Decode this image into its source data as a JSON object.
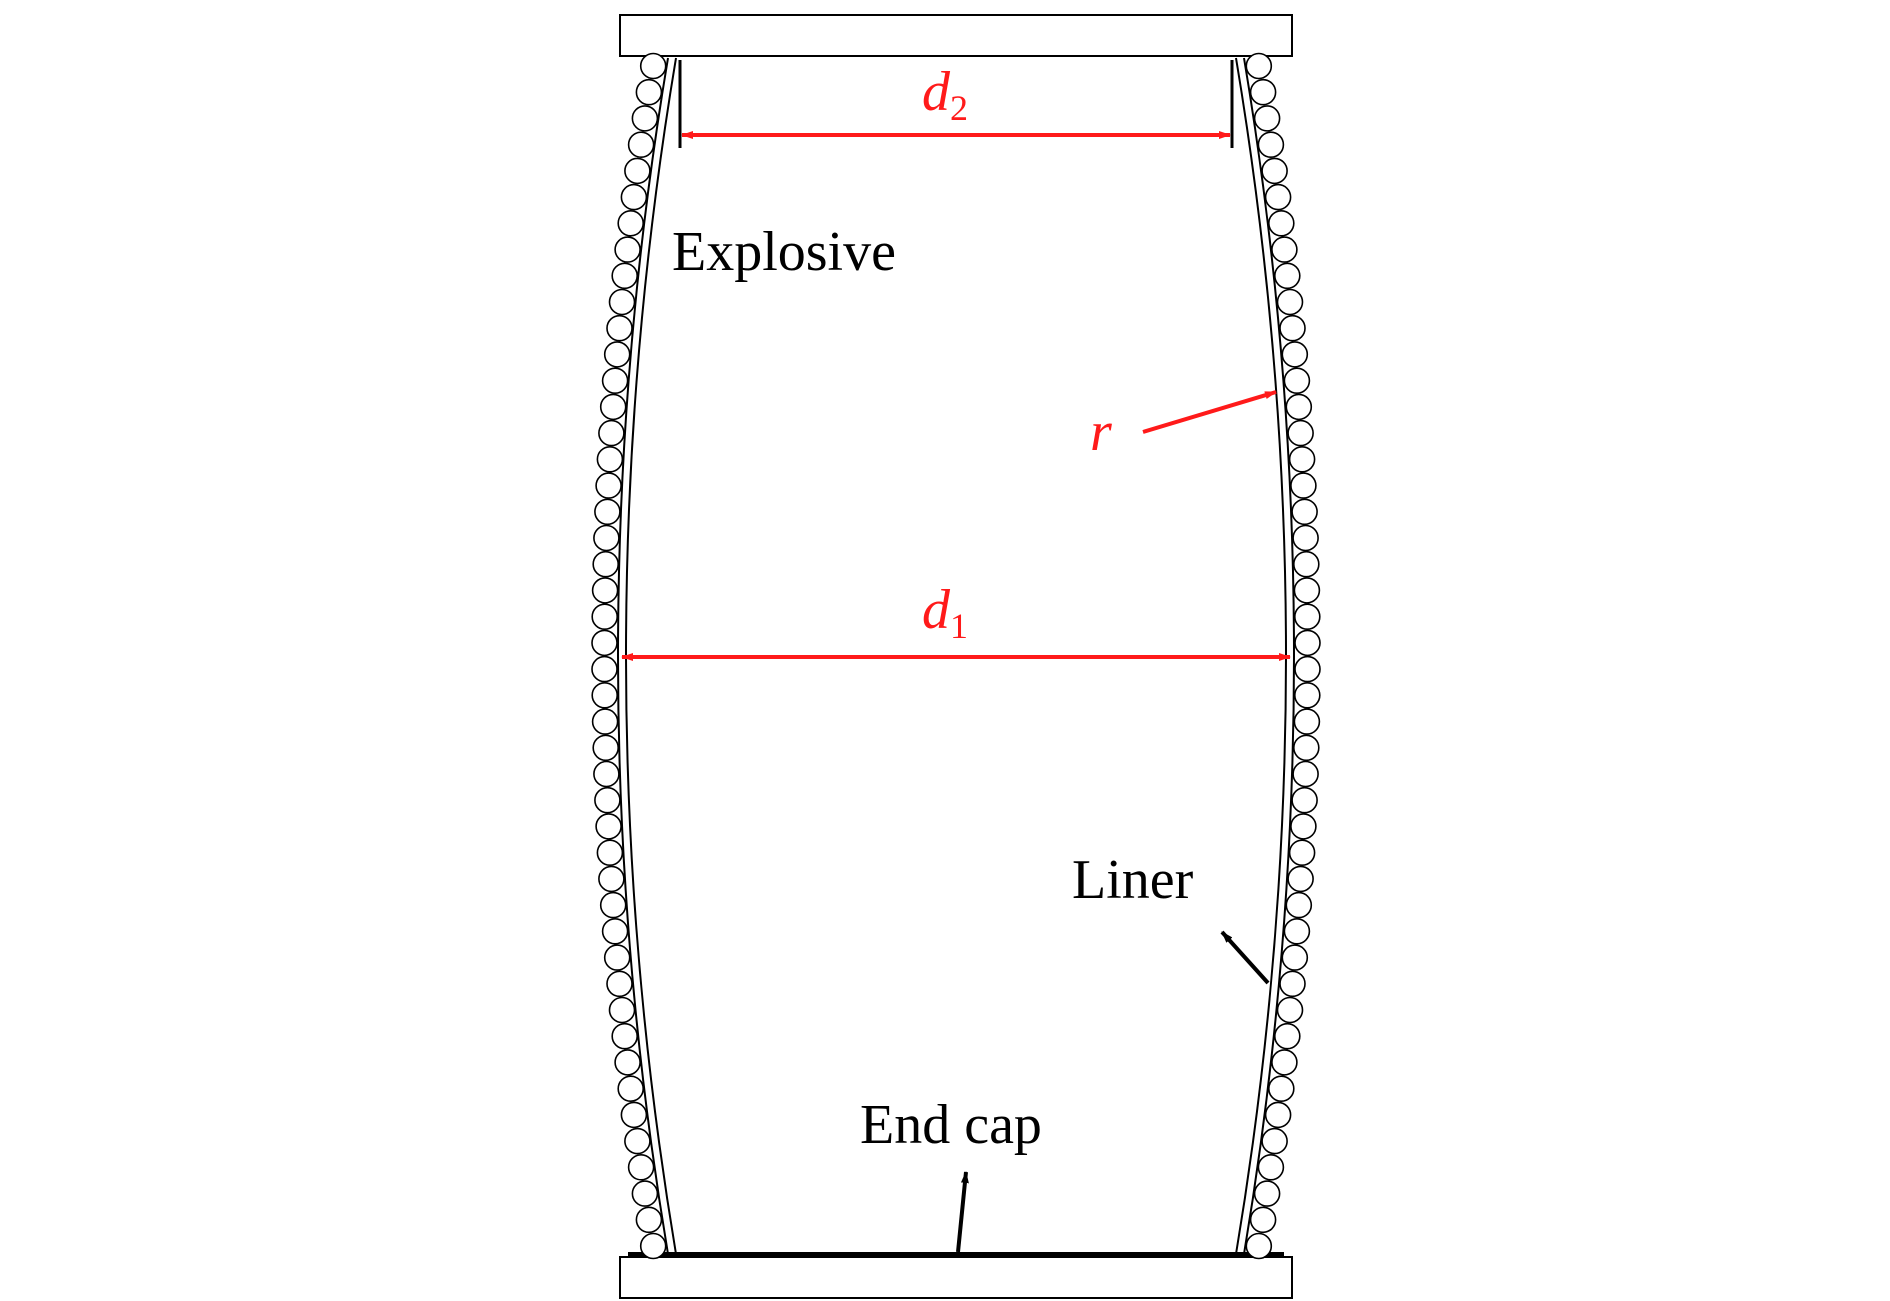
{
  "labels": {
    "explosive": "Explosive",
    "liner": "Liner",
    "end_cap": "End cap",
    "r": "r",
    "d1_main": "d",
    "d1_sub": "1",
    "d2_main": "d",
    "d2_sub": "2"
  },
  "colors": {
    "annotation": "#ff1a1a",
    "line": "#000000",
    "background": "#ffffff"
  },
  "icons": {
    "ball": "circle-outline",
    "arrowhead": "triangle"
  }
}
